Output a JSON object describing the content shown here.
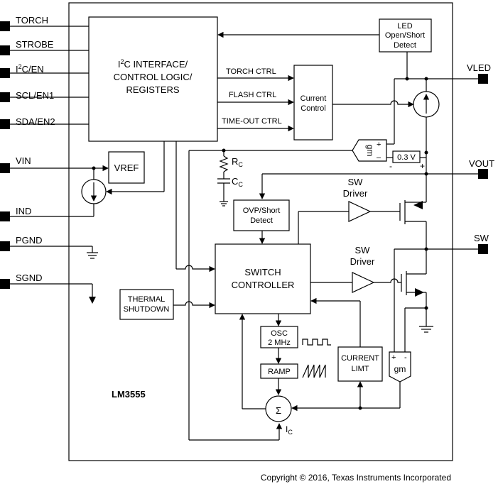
{
  "chip": {
    "name": "LM3555"
  },
  "pins": {
    "left": [
      "TORCH",
      "STROBE",
      "I2C/EN",
      "SCL/EN1",
      "SDA/EN2",
      "VIN",
      "IND",
      "PGND",
      "SGND"
    ],
    "right": [
      "VLED",
      "VOUT",
      "SW"
    ]
  },
  "blocks": {
    "i2c": {
      "line1_pre": "I",
      "line1_sup": "2",
      "line1_post": "C INTERFACE/",
      "line2": "CONTROL LOGIC/",
      "line3": "REGISTERS"
    },
    "led_detect": {
      "line1": "LED",
      "line2": "Open/Short",
      "line3": "Detect"
    },
    "current_control": {
      "line1": "Current",
      "line2": "Control"
    },
    "vref": "VREF",
    "ovp": {
      "line1": "OVP/Short",
      "line2": "Detect"
    },
    "switch_controller": {
      "line1": "SWITCH",
      "line2": "CONTROLLER"
    },
    "thermal": {
      "line1": "THERMAL",
      "line2": "SHUTDOWN"
    },
    "osc": {
      "line1": "OSC",
      "line2": "2 MHz"
    },
    "ramp": "RAMP",
    "current_limit": {
      "line1": "CURRENT",
      "line2": "LIMT"
    },
    "gm": "gm",
    "vsource": "0.3 V",
    "sum": "Σ"
  },
  "signals": {
    "torch_ctrl": "TORCH CTRL",
    "flash_ctrl": "FLASH CTRL",
    "timeout_ctrl": "TIME-OUT CTRL"
  },
  "components": {
    "rc": {
      "main": "R",
      "sub": "C"
    },
    "cc": {
      "main": "C",
      "sub": "C"
    },
    "ic": {
      "main": "I",
      "sub": "C"
    }
  },
  "drivers": {
    "top": {
      "line1": "SW",
      "line2": "Driver"
    },
    "bottom": {
      "line1": "SW",
      "line2": "Driver"
    }
  },
  "signs": {
    "plus": "+",
    "minus": "-",
    "minus_long": "–"
  },
  "copyright": "Copyright © 2016, Texas Instruments Incorporated"
}
